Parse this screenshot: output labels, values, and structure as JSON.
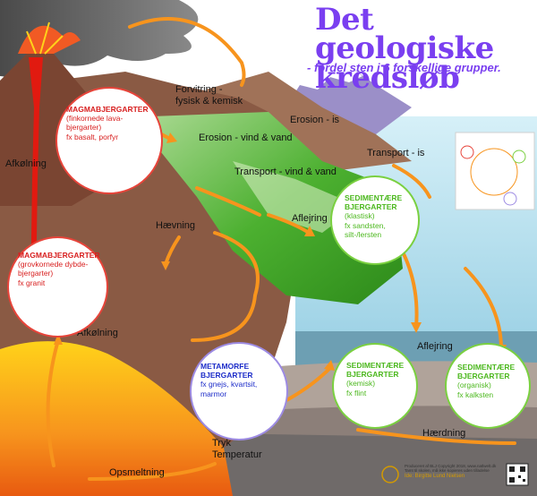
{
  "title": {
    "line1": "Det geologiske",
    "line2": "kredsløb",
    "subtitle": "- fordel sten i 6 forskellige grupper."
  },
  "labels": {
    "forvitring": "Forvitring -",
    "fysisk_kemisk": "fysisk & kemisk",
    "erosion_is": "Erosion - is",
    "erosion_vind_vand": "Erosion - vind & vand",
    "transport_is": "Transport - is",
    "transport_vind_vand": "Transport - vind & vand",
    "aflejring_top": "Aflejring",
    "haevning": "Hævning",
    "afkoelning_top": "Afkølning",
    "afkoelning_mid": "Afkølning",
    "aflejring_mid": "Aflejring",
    "tryk": "Tryk",
    "temperatur": "Temperatur",
    "haerdning": "Hærdning",
    "opsmeltning": "Opsmeltning"
  },
  "circles": {
    "magma_fine": {
      "title": "MAGMABJERGARTER",
      "l1": "(finkornede lava-",
      "l2": "bjergarter)",
      "l3": "fx basalt, porfyr"
    },
    "magma_coarse": {
      "title": "MAGMABJERGARTER",
      "l1": "(grovkornede dybde-",
      "l2": "bjergarter)",
      "l3": "fx granit"
    },
    "sed_klastisk": {
      "title1": "SEDIMENTÆRE",
      "title2": "BJERGARTER",
      "sub": "(klastisk)",
      "l1": "fx sandsten, silt-/lersten"
    },
    "metamorfe": {
      "title1": "METAMORFE",
      "title2": "BJERGARTER",
      "l1": "fx gnejs, kvartsit, marmor"
    },
    "sed_kemisk": {
      "title1": "SEDIMENTÆRE",
      "title2": "BJERGARTER",
      "sub": "(kemisk)",
      "l1": "fx flint"
    },
    "sed_organisk": {
      "title1": "SEDIMENTÆRE",
      "title2": "BJERGARTER",
      "sub": "(organisk)",
      "l1": "fx kalksten"
    }
  },
  "credit": {
    "line1": "Produceret af BLJ Copyright 2018, www.natlwelt.dk",
    "line2": "Tamt til skolen, må ikke kopieres uden tilladelse",
    "idea": "Ide: Birgitte Lund Nielsen"
  },
  "colors": {
    "title": "#7a3ff0",
    "magma_text": "#d82020",
    "sediment_text": "#4cb81e",
    "metamorphic_text": "#1d2dc9",
    "arrow": "#f7941d",
    "sea": "#bfe6f3",
    "rock": "#8a5a44"
  }
}
